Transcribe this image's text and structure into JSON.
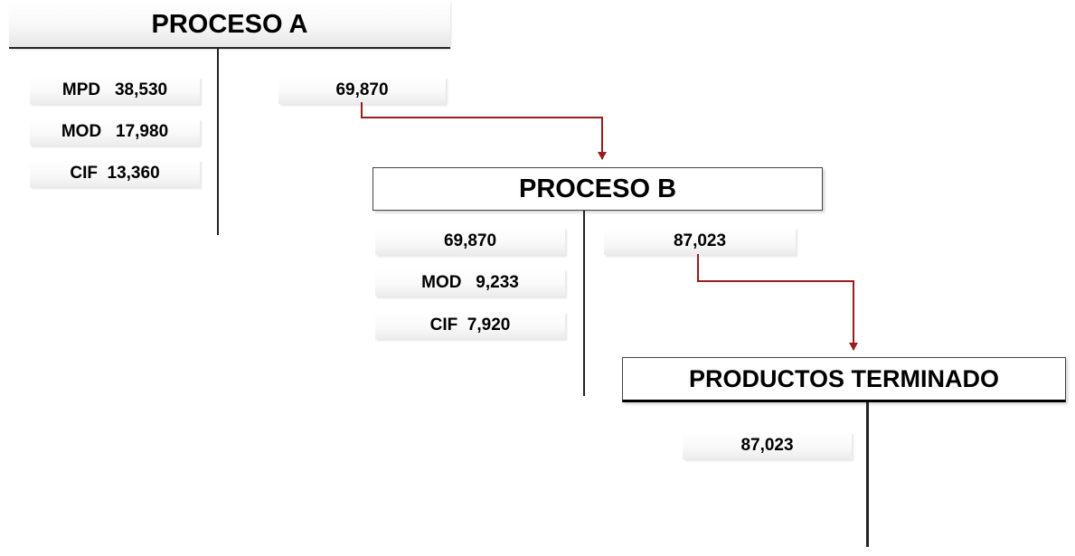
{
  "proceso_a": {
    "title": "PROCESO A",
    "debit": [
      "MPD   38,530",
      "MOD   17,980",
      "CIF  13,360"
    ],
    "credit": [
      "69,870"
    ]
  },
  "proceso_b": {
    "title": "PROCESO B",
    "debit": [
      "69,870",
      "MOD   9,233",
      "CIF  7,920"
    ],
    "credit": [
      "87,023"
    ]
  },
  "productos_terminados": {
    "title": "PRODUCTOS TERMINADO",
    "debit": [
      "87,023"
    ]
  },
  "colors": {
    "arrow": "#9b1c1c",
    "line": "#222222"
  }
}
